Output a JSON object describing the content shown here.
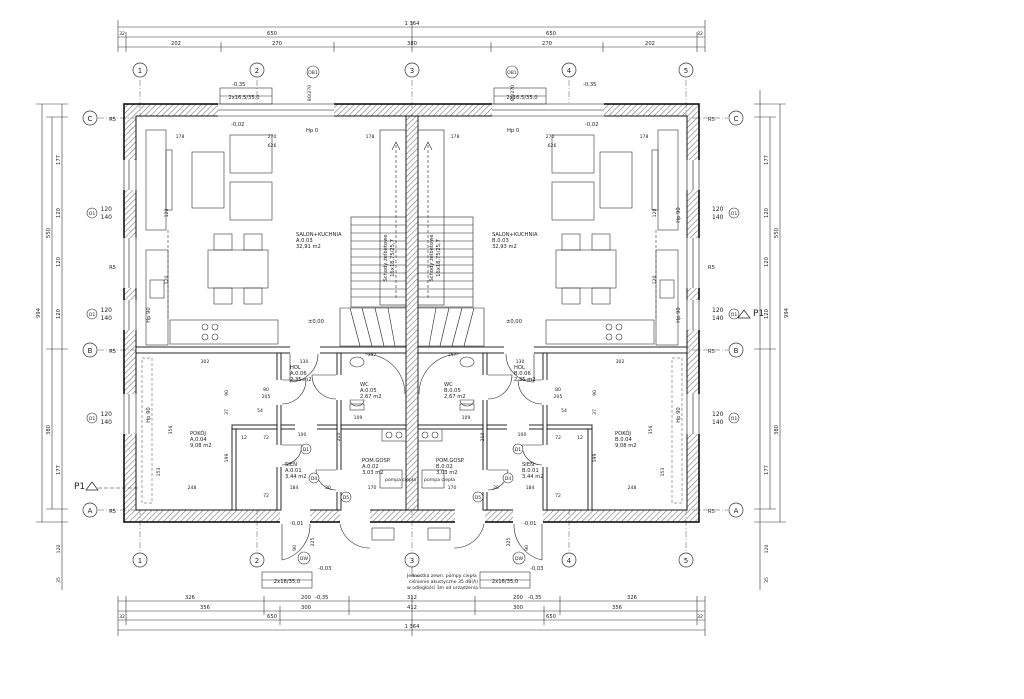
{
  "dims": {
    "total": "1 364",
    "halves": [
      "650",
      "650"
    ],
    "edge": "32",
    "parts_top": [
      "202",
      "270",
      "380",
      "270",
      "202"
    ],
    "parts_bottom_outer": [
      "356",
      "300",
      "412",
      "300",
      "356"
    ],
    "parts_bottom_inner": [
      "326",
      "200",
      "312",
      "200",
      "326"
    ],
    "side_overall": "994",
    "side_main": [
      "550",
      "380"
    ],
    "side_left_segments": [
      "177",
      "120",
      "120",
      "120",
      "177"
    ],
    "side_right_segments": [
      "177",
      "120",
      "120",
      "120",
      "177"
    ],
    "side_small": [
      "35",
      "120",
      "35"
    ],
    "window_widths": [
      "120",
      "140"
    ],
    "interior": {
      "w178": "178",
      "w270": "270",
      "w626": "626",
      "w302": "302",
      "w248": "248",
      "w130": "130",
      "w184": "184",
      "w170": "170",
      "w109": "109",
      "w72": "72",
      "w12": "12",
      "w54": "54",
      "w356": "356",
      "w199": "199",
      "w153": "153",
      "w100": "100",
      "w80": "80",
      "w205": "205",
      "w90": "90",
      "w157": "157",
      "w37": "37",
      "w225": "225",
      "w210": "210",
      "w20": "20"
    }
  },
  "axes": {
    "columns": [
      "1",
      "2",
      "3",
      "4",
      "5"
    ],
    "rows": [
      "C",
      "B",
      "A"
    ]
  },
  "window_tags": [
    "O1",
    "O1",
    "O1",
    "O1"
  ],
  "marks": {
    "ob1": "OB1",
    "ob1_size": "80/270",
    "r5": "R5",
    "hp0": "Hp 0",
    "hp90": "Hp 90",
    "d1": "D1",
    "d4": "D4",
    "d5": "D5",
    "dw": "DW",
    "level_0": "±0,00",
    "level_m035": "-0,35",
    "level_m003": "-0,03",
    "level_m001": "-0,01",
    "level_m002": "-0,02",
    "stairs_top": "2x16,5/35,0",
    "stairs_bottom": "2x16/35,0",
    "p1": "P1",
    "pompa": "pompa ciepła"
  },
  "rooms": {
    "salon_left": {
      "name": "SALON+KUCHNIA",
      "code": "A.0.03",
      "area": "32,91 m2"
    },
    "salon_right": {
      "name": "SALON+KUCHNIA",
      "code": "B.0.03",
      "area": "32,93 m2"
    },
    "hol_left": {
      "name": "HOL",
      "code": "A.0.06",
      "area": "2,35 m2"
    },
    "hol_right": {
      "name": "HOL",
      "code": "B.0.06",
      "area": "2,35 m2"
    },
    "wc_left": {
      "name": "WC",
      "code": "A.0.05",
      "area": "2,67 m2"
    },
    "wc_right": {
      "name": "WC",
      "code": "B.0.05",
      "area": "2,67 m2"
    },
    "pokoj_left": {
      "name": "POKÓJ",
      "code": "A.0.04",
      "area": "9,08 m2"
    },
    "pokoj_right": {
      "name": "POKÓJ",
      "code": "B.0.04",
      "area": "9,08 m2"
    },
    "sien_left": {
      "name": "SIEŃ",
      "code": "A.0.01",
      "area": "3,44 m2"
    },
    "sien_right": {
      "name": "SIEŃ",
      "code": "B.0.01",
      "area": "3,44 m2"
    },
    "pomgosp_left": {
      "name": "POM.GOSP.",
      "code": "A.0.02",
      "area": "3,03 m2"
    },
    "pomgosp_right": {
      "name": "POM.GOSP.",
      "code": "B.0.02",
      "area": "3,03 m2"
    }
  },
  "stairs": {
    "left": {
      "title": "Schody żelbetowe",
      "spec": "16x18,75/25,7"
    },
    "right": {
      "title": "Schody żelbetowe",
      "spec": "16x18,75/25,7"
    }
  },
  "note": [
    "Jednostka zewn. pompy ciepła",
    "ciśnienie akustyczne 35 dB(A)",
    "w odległości 3m od urządzenia"
  ]
}
